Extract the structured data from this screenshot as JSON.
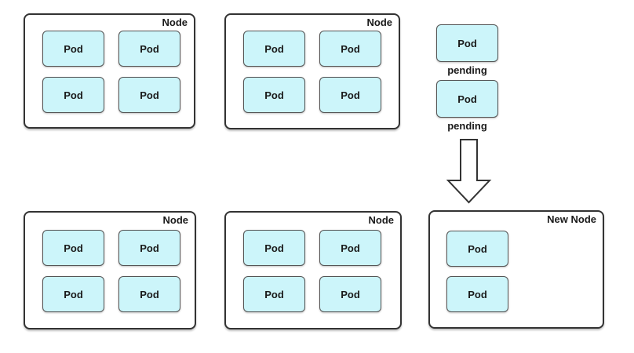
{
  "diagram_title": "pod-scheduling-new-node-diagram",
  "colors": {
    "pod_fill": "#ccf5fa",
    "pod_border": "#555555",
    "node_border": "#333333",
    "node_fill": "#ffffff",
    "text": "#1a1a1a"
  },
  "nodes": [
    {
      "label": "Node",
      "pods": [
        "Pod",
        "Pod",
        "Pod",
        "Pod"
      ]
    },
    {
      "label": "Node",
      "pods": [
        "Pod",
        "Pod",
        "Pod",
        "Pod"
      ]
    },
    {
      "label": "Node",
      "pods": [
        "Pod",
        "Pod",
        "Pod",
        "Pod"
      ]
    },
    {
      "label": "Node",
      "pods": [
        "Pod",
        "Pod",
        "Pod",
        "Pod"
      ]
    },
    {
      "label": "New Node",
      "pods": [
        "Pod",
        "Pod"
      ]
    }
  ],
  "pending_pods": [
    {
      "label": "Pod",
      "status": "pending"
    },
    {
      "label": "Pod",
      "status": "pending"
    }
  ],
  "arrow": {
    "name": "down-block-arrow"
  }
}
